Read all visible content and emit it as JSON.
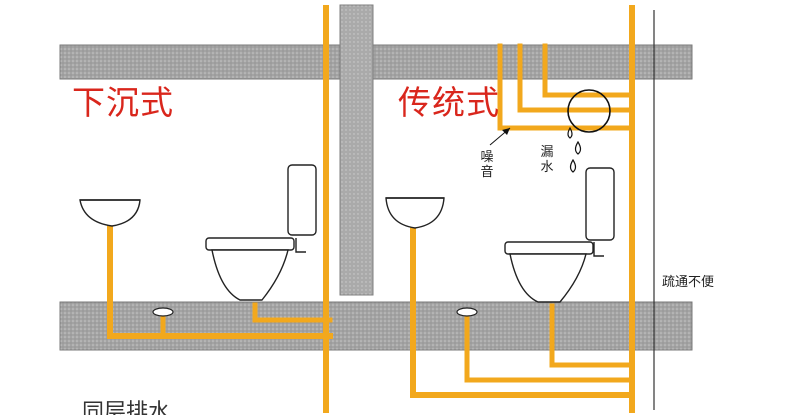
{
  "labels": {
    "left_title": "下沉式",
    "right_title": "传统式",
    "noise": "噪音",
    "leak": "漏水",
    "hard_to_clear": "疏通不便",
    "bottom_left_partial": "同层排水"
  },
  "colors": {
    "pipe": "#f2a81d",
    "slab": "#9a9a9a",
    "riser": "#a9a9a9",
    "title": "#d9261c",
    "ink": "#222222"
  },
  "icons": [
    "toilet-icon",
    "basin-icon",
    "floor-drain-icon",
    "water-drop-icon",
    "leak-circle-icon"
  ]
}
